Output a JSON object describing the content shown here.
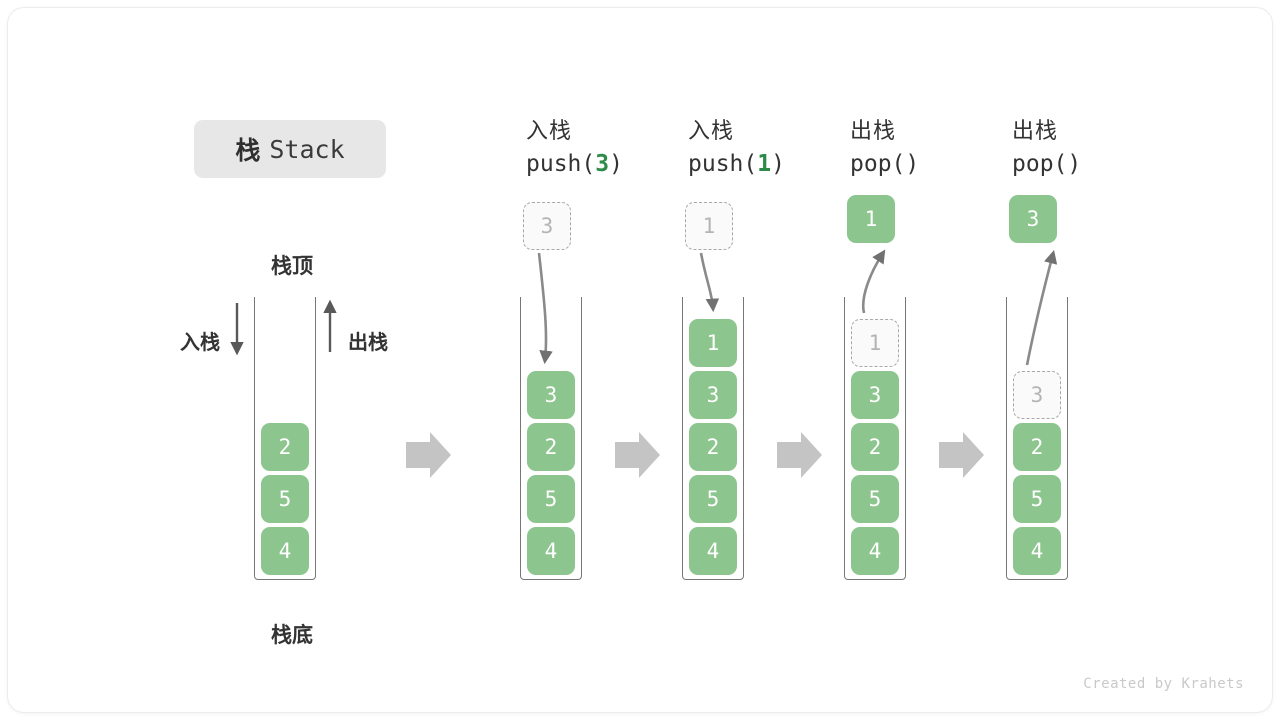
{
  "title": {
    "cjk": "栈",
    "en": "Stack"
  },
  "labels": {
    "top": "栈顶",
    "bottom": "栈底",
    "push_arrow": "入栈",
    "pop_arrow": "出栈"
  },
  "footer": "Created by Krahets",
  "colors": {
    "cell_fill": "#8cc58d",
    "cell_text": "#ffffff",
    "ghost_border": "#a8a8a8",
    "ghost_text": "#b4b4b4",
    "tube_stroke": "#777777",
    "arrow_gray": "#c4c4c4",
    "curve_arrow": "#717171",
    "accent_green": "#2e8b47",
    "badge_bg": "#e7e7e7"
  },
  "columns": [
    {
      "id": "initial",
      "heading_cjk": "",
      "heading_code_prefix": "",
      "heading_code_arg": "",
      "heading_code_suffix": "",
      "cells": [
        {
          "value": "2",
          "state": "filled"
        },
        {
          "value": "5",
          "state": "filled"
        },
        {
          "value": "4",
          "state": "filled"
        }
      ],
      "float_box": null
    },
    {
      "id": "push-3",
      "heading_cjk": "入栈",
      "heading_code_prefix": "push(",
      "heading_code_arg": "3",
      "heading_code_suffix": ")",
      "pending": {
        "value": "3",
        "state": "ghost"
      },
      "cells": [
        {
          "value": "3",
          "state": "filled"
        },
        {
          "value": "2",
          "state": "filled"
        },
        {
          "value": "5",
          "state": "filled"
        },
        {
          "value": "4",
          "state": "filled"
        }
      ],
      "float_box": null
    },
    {
      "id": "push-1",
      "heading_cjk": "入栈",
      "heading_code_prefix": "push(",
      "heading_code_arg": "1",
      "heading_code_suffix": ")",
      "pending": {
        "value": "1",
        "state": "ghost"
      },
      "cells": [
        {
          "value": "1",
          "state": "filled"
        },
        {
          "value": "3",
          "state": "filled"
        },
        {
          "value": "2",
          "state": "filled"
        },
        {
          "value": "5",
          "state": "filled"
        },
        {
          "value": "4",
          "state": "filled"
        }
      ],
      "float_box": null
    },
    {
      "id": "pop-1",
      "heading_cjk": "出栈",
      "heading_code_prefix": "pop(",
      "heading_code_arg": "",
      "heading_code_suffix": ")",
      "cells": [
        {
          "value": "1",
          "state": "ghost"
        },
        {
          "value": "3",
          "state": "filled"
        },
        {
          "value": "2",
          "state": "filled"
        },
        {
          "value": "5",
          "state": "filled"
        },
        {
          "value": "4",
          "state": "filled"
        }
      ],
      "float_box": {
        "value": "1"
      }
    },
    {
      "id": "pop-3",
      "heading_cjk": "出栈",
      "heading_code_prefix": "pop(",
      "heading_code_arg": "",
      "heading_code_suffix": ")",
      "cells": [
        {
          "value": "3",
          "state": "ghost"
        },
        {
          "value": "2",
          "state": "filled"
        },
        {
          "value": "5",
          "state": "filled"
        },
        {
          "value": "4",
          "state": "filled"
        }
      ],
      "float_box": {
        "value": "3"
      }
    }
  ],
  "transitions": [
    {
      "from": "initial",
      "to": "push-3",
      "glyph": "arrow-right"
    },
    {
      "from": "push-3",
      "to": "push-1",
      "glyph": "arrow-right"
    },
    {
      "from": "push-1",
      "to": "pop-1",
      "glyph": "arrow-right"
    },
    {
      "from": "pop-1",
      "to": "pop-3",
      "glyph": "arrow-right"
    }
  ]
}
